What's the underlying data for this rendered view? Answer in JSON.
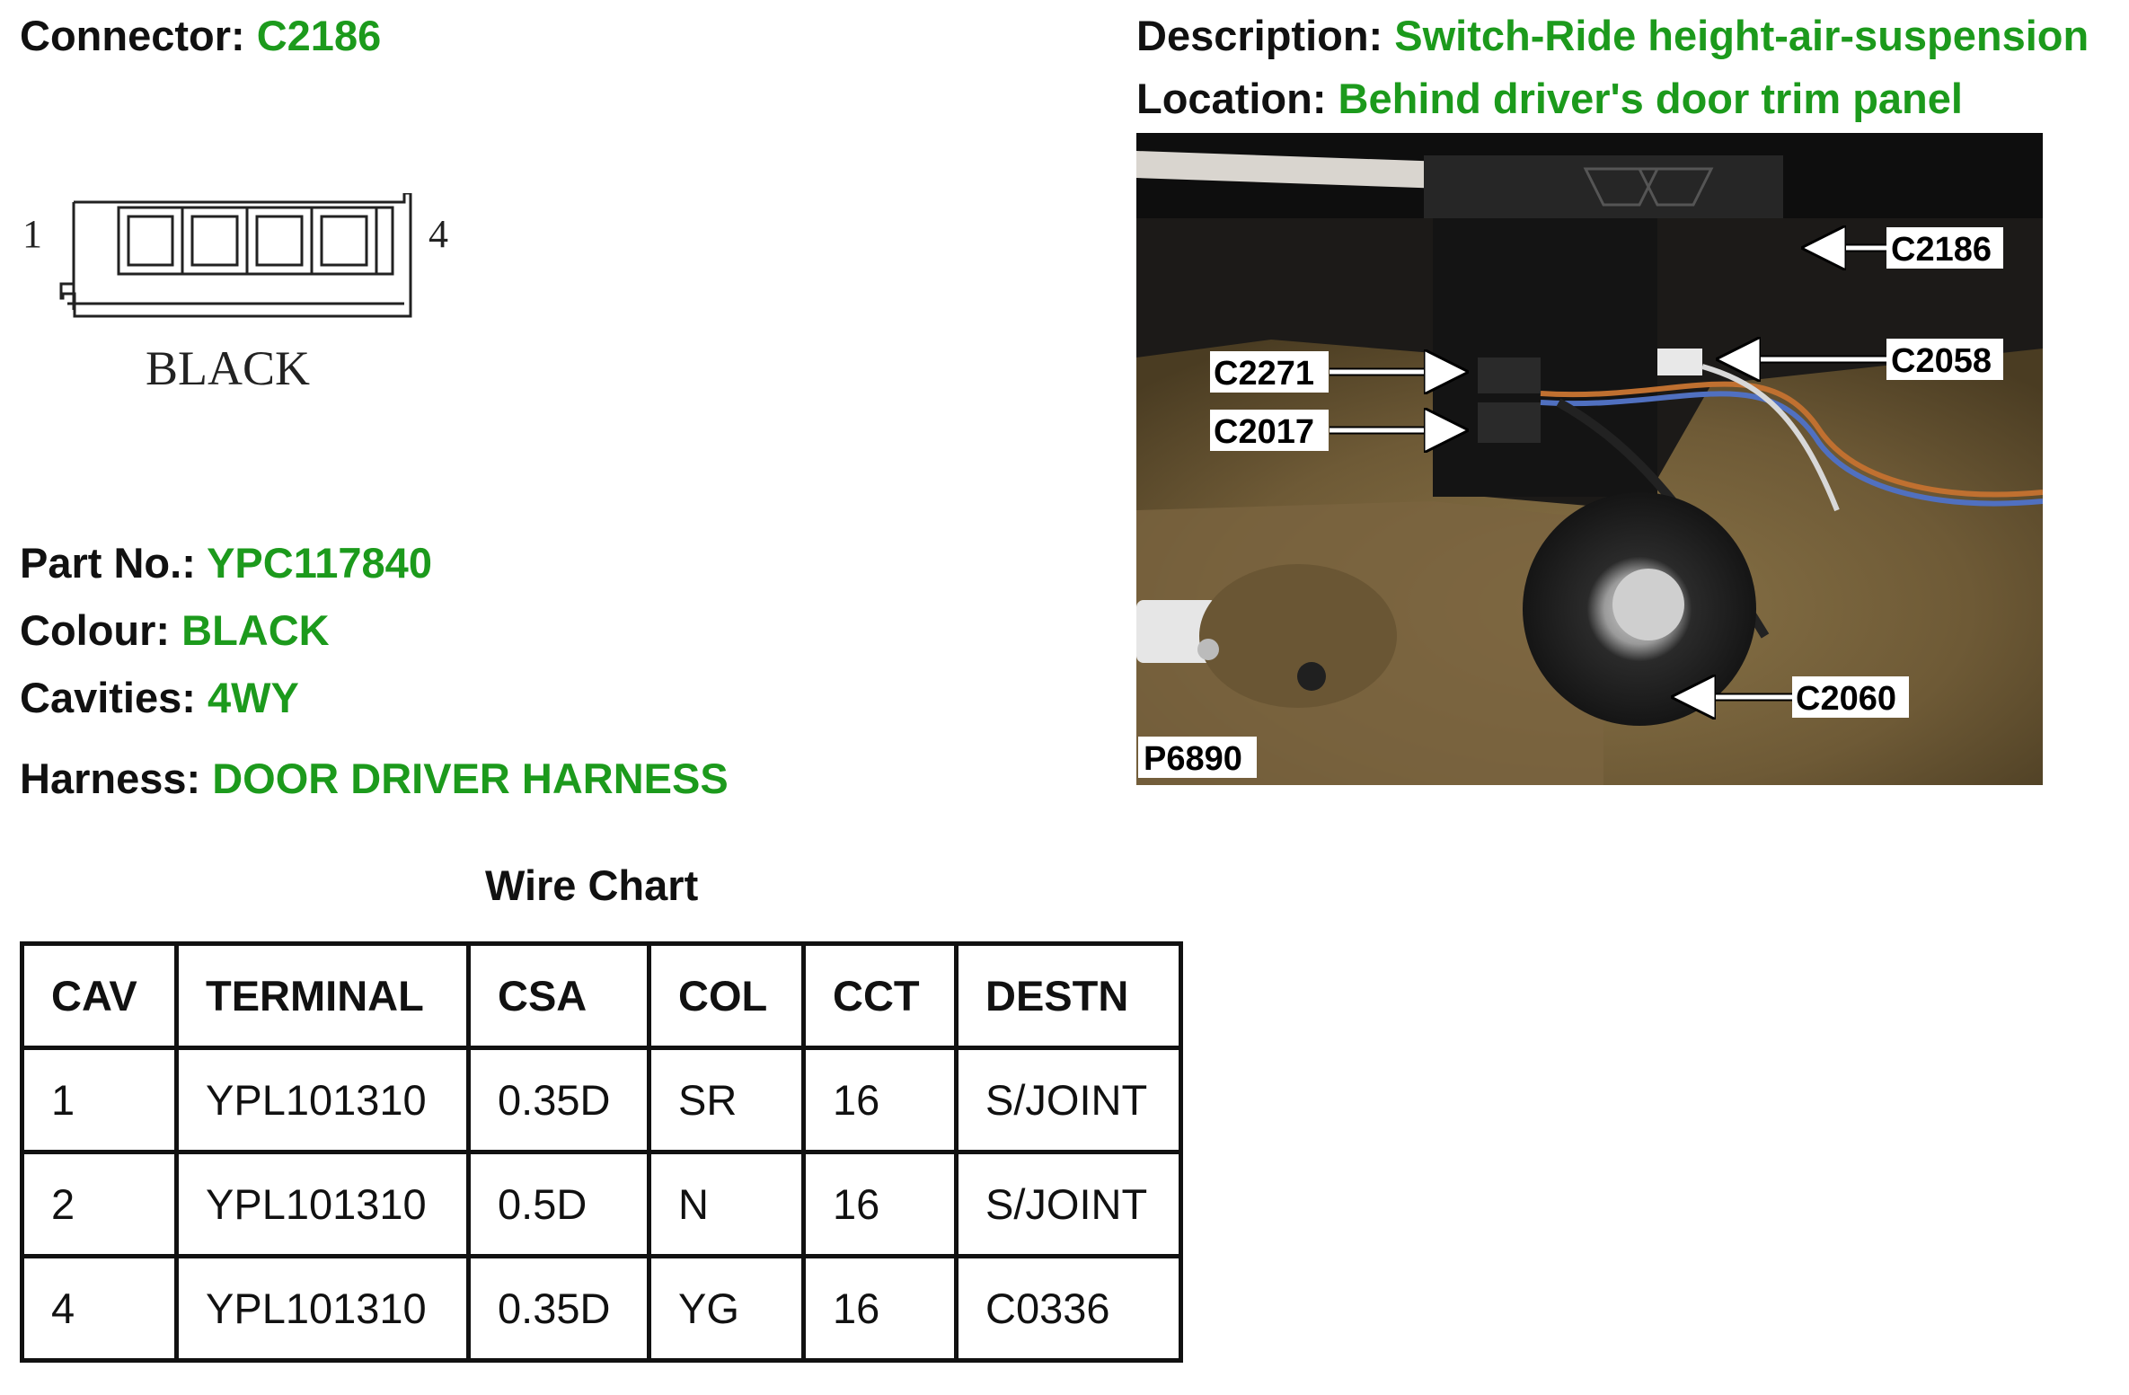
{
  "connector": {
    "label": "Connector:",
    "value": "C2186"
  },
  "description": {
    "label": "Description:",
    "value": "Switch-Ride height-air-suspension"
  },
  "location": {
    "label": "Location:",
    "value": "Behind driver's door trim panel"
  },
  "diagram": {
    "pin_start": "1",
    "pin_end": "4",
    "colour_caption": "BLACK"
  },
  "part_no": {
    "label": "Part No.:",
    "value": "YPC117840"
  },
  "colour": {
    "label": "Colour:",
    "value": "BLACK"
  },
  "cavities": {
    "label": "Cavities:",
    "value": "4WY"
  },
  "harness": {
    "label": "Harness:",
    "value": "DOOR DRIVER HARNESS"
  },
  "photo": {
    "ref": "P6890",
    "callouts": [
      "C2186",
      "C2058",
      "C2271",
      "C2017",
      "C2060"
    ]
  },
  "wire_chart": {
    "title": "Wire Chart",
    "headers": [
      "CAV",
      "TERMINAL",
      "CSA",
      "COL",
      "CCT",
      "DESTN"
    ],
    "rows": [
      [
        "1",
        "YPL101310",
        "0.35D",
        "SR",
        "16",
        "S/JOINT"
      ],
      [
        "2",
        "YPL101310",
        "0.5D",
        "N",
        "16",
        "S/JOINT"
      ],
      [
        "4",
        "YPL101310",
        "0.35D",
        "YG",
        "16",
        "C0336"
      ]
    ]
  },
  "colors": {
    "value_green": "#1c9a1c",
    "label_black": "#111111"
  }
}
